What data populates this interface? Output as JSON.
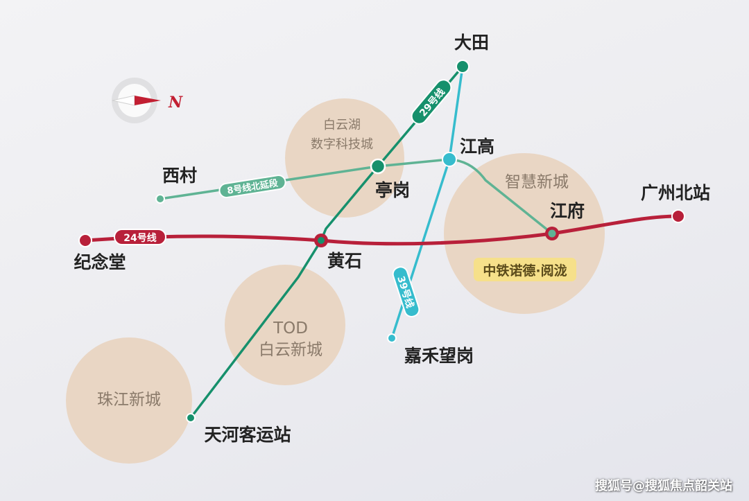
{
  "colors": {
    "line24": "#b8203a",
    "line29": "#16906c",
    "line8": "#5fb394",
    "line39": "#36bccd",
    "district": "#e9d6c4",
    "project_highlight": "#f6e08a"
  },
  "compass": {
    "label": "N",
    "icon": "compass-icon"
  },
  "lines": {
    "line24": {
      "label": "24号线"
    },
    "line29": {
      "label": "29号线"
    },
    "line8": {
      "label": "8号线北延段"
    },
    "line39": {
      "label": "39号线"
    }
  },
  "stations": {
    "datian": "大田",
    "jianggao": "江高",
    "xicun": "西村",
    "tinggang": "亭岗",
    "jinianTang": "纪念堂",
    "huangshi": "黄石",
    "jiangfu": "江府",
    "guangzhou_north": "广州北站",
    "jiahe_wanggang": "嘉禾望岗",
    "tianhe_bus": "天河客运站"
  },
  "districts": {
    "baiyunhu_l1": "白云湖",
    "baiyunhu_l2": "数字科技城",
    "zhihui": "智慧新城",
    "tod_l1": "TOD",
    "tod_l2": "白云新城",
    "zhujiang": "珠江新城"
  },
  "project": {
    "label": "中铁诺德·阅泷"
  },
  "watermark": "搜狐号@搜狐焦点韶关站"
}
